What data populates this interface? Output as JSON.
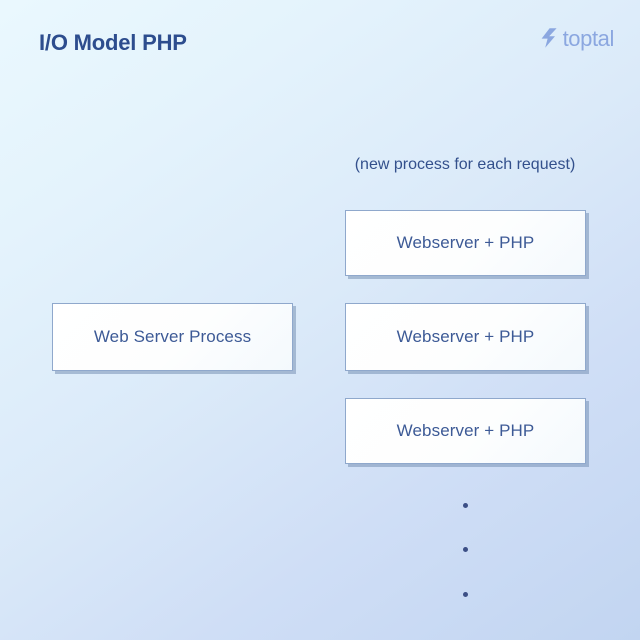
{
  "slide": {
    "title": "I/O Model PHP",
    "background": {
      "from": "#eaf8fe",
      "to": "#c2d5f1"
    },
    "colors": {
      "title_text": "#2d4d8e",
      "caption_text": "#33508c",
      "box_label_text": "#3d5a96",
      "box_border": "#8fa8cc",
      "box_fill": "#ffffff",
      "box_shadow": "#7991b4",
      "dot": "#3c4f86",
      "brand": "#8ba7e0"
    }
  },
  "brand": {
    "name": "toptal",
    "mark_icon": "toptal-chevron-icon"
  },
  "diagram": {
    "caption": "(new process for each request)",
    "left_column": {
      "boxes": [
        {
          "label": "Web Server Process"
        }
      ]
    },
    "right_column": {
      "boxes": [
        {
          "label": "Webserver + PHP"
        },
        {
          "label": "Webserver + PHP"
        },
        {
          "label": "Webserver + PHP"
        }
      ],
      "continuation": {
        "icon": "vertical-ellipsis-icon",
        "dot_count": 3
      }
    }
  }
}
